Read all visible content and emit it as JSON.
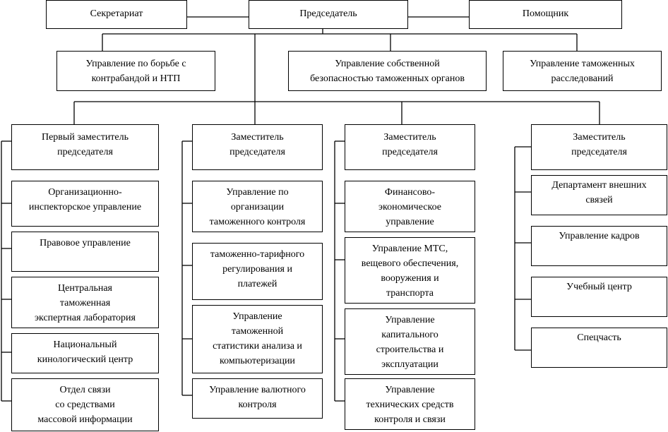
{
  "top_row": {
    "secretariat": "Секретариат",
    "chairman": "Председатель",
    "assistant": "Помощник"
  },
  "second_row": [
    "Управление по борьбе с\nконтрабандой и НТП",
    "Управление собственной\nбезопасностью таможенных органов",
    "Управление таможенных\nрасследований"
  ],
  "columns": [
    {
      "deputy": "Первый заместитель\nпредседателя",
      "units": [
        "Организационно-\nинспекторское управление",
        "Правовое управление",
        "Центральная\nтаможенная\nэкспертная лаборатория",
        "Национальный\nкинологический центр",
        "Отдел связи\nсо средствами\nмассовой информации"
      ]
    },
    {
      "deputy": "Заместитель\nпредседателя",
      "units": [
        "Управление по\nорганизации\nтаможенного контроля",
        "таможенно-тарифного\nрегулирования и\nплатежей",
        "Управление\nтаможенной\nстатистики анализа и\nкомпьютеризации",
        "Управление валютного\nконтроля"
      ]
    },
    {
      "deputy": "Заместитель\nпредседателя",
      "units": [
        "Финансово-\nэкономическое\nуправление",
        "Управление МТС,\nвещевого обеспечения,\nвооружения и\nтранспорта",
        "Управление\nкапитального\nстроительства и\nэксплуатации",
        "Управление\nтехнических средств\nконтроля и связи"
      ]
    },
    {
      "deputy": "Заместитель\nпредседателя",
      "units": [
        "Департамент внешних\nсвязей",
        "Управление кадров",
        "Учебный центр",
        "Спецчасть"
      ]
    }
  ]
}
